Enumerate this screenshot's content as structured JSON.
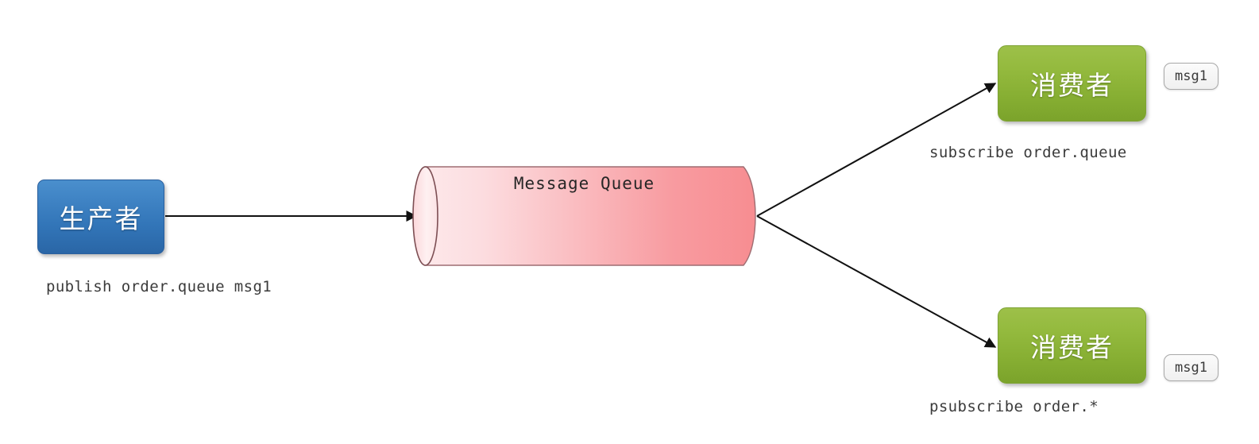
{
  "diagram": {
    "title_fragment_top": "",
    "background": "#ffffff",
    "colors": {
      "producer_fill": "#3275b8",
      "consumer_fill": "#8cb53a",
      "queue_fill_left": "#fde4e6",
      "queue_fill_right": "#f78f92",
      "edge_stroke": "#1a1a1a",
      "badge_border": "#a9a9a9",
      "caption_text": "#3b3b3b"
    },
    "nodes": {
      "producer": {
        "label": "生产者",
        "caption": "publish order.queue msg1"
      },
      "queue": {
        "label": "Message Queue"
      },
      "consumer_top": {
        "label": "消费者",
        "caption": "subscribe order.queue",
        "badge": "msg1"
      },
      "consumer_bottom": {
        "label": "消费者",
        "caption": "psubscribe order.*",
        "badge": "msg1"
      }
    },
    "edges": [
      {
        "name": "producer-to-queue",
        "from": "producer",
        "to": "queue",
        "label": ""
      },
      {
        "name": "queue-to-consumer-top",
        "from": "queue",
        "to": "consumer_top",
        "label": ""
      },
      {
        "name": "queue-to-consumer-bottom",
        "from": "queue",
        "to": "consumer_bottom",
        "label": ""
      }
    ]
  }
}
